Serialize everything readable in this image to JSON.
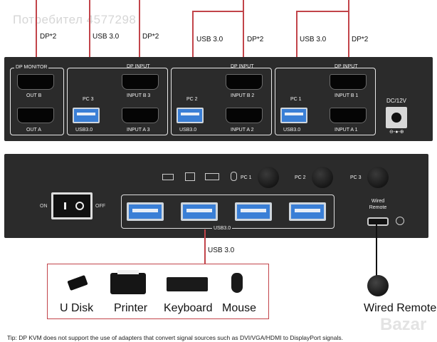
{
  "watermark": "Потребител 4577298",
  "top_labels": {
    "dp1": "DP*2",
    "usb1": "USB 3.0",
    "dp2": "DP*2",
    "usb2": "USB 3.0",
    "dp3": "DP*2",
    "usb3": "USB 3.0",
    "dp4": "DP*2"
  },
  "back_panel": {
    "dp_monitor": "DP MONITOR",
    "out_b": "OUT B",
    "out_a": "OUT A",
    "pc3": "PC 3",
    "pc2": "PC 2",
    "pc1": "PC 1",
    "dp_input": "DP INPUT",
    "input_b3": "INPUT B 3",
    "input_a3": "INPUT A 3",
    "input_b2": "INPUT B 2",
    "input_a2": "INPUT A 2",
    "input_b1": "INPUT B 1",
    "input_a1": "INPUT A 1",
    "usb30": "USB3.0",
    "power": "DC/12V"
  },
  "front_panel": {
    "on": "ON",
    "off": "OFF",
    "pc1": "PC 1",
    "pc2": "PC 2",
    "pc3": "PC 3",
    "wired_remote": "Wired Remote",
    "usb30": "USB3.0"
  },
  "usb_line_label": "USB 3.0",
  "devices": [
    "U Disk",
    "Printer",
    "Keyboard",
    "Mouse"
  ],
  "wired_remote_label": "Wired Remote",
  "brand": "Bazar",
  "tip": "Tip: DP KVM does not support the use of adapters that convert signal sources such as DVI/VGA/HDMI to DisplayPort signals.",
  "colors": {
    "accent_red": "#c2444a",
    "panel": "#2b2b2b",
    "usb_blue": "#3a7fd6"
  }
}
